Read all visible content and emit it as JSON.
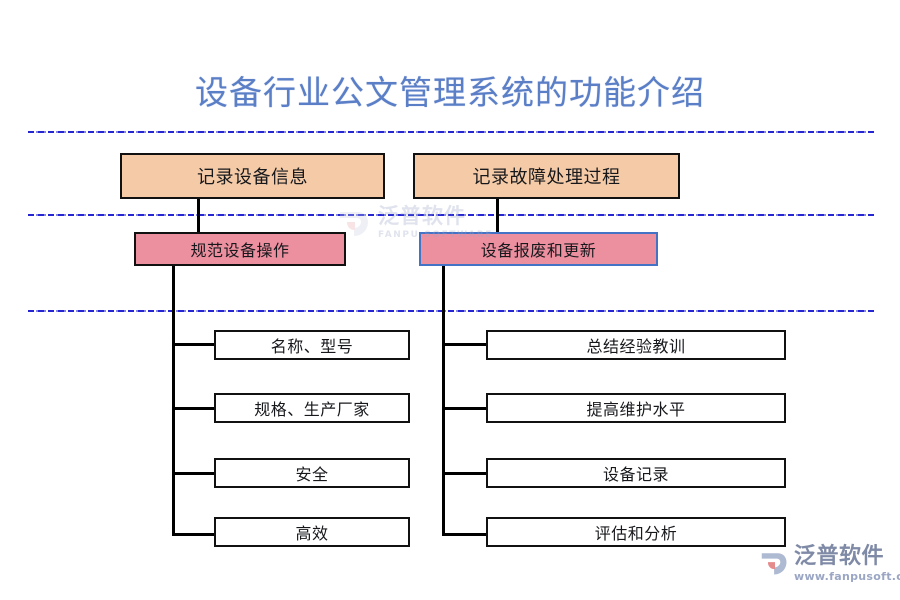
{
  "page": {
    "title": "设备行业公文管理系统的功能介绍",
    "title_color": "#5b7fc7",
    "background": "#ffffff"
  },
  "colors": {
    "level1_fill": "#f5cba7",
    "level2_fill": "#ec8f9f",
    "leaf_fill": "#ffffff",
    "box_border": "#111111",
    "blue_border": "#4472c4",
    "guide_line": "#1a1ad0",
    "connector": "#000000"
  },
  "diagram": {
    "branches": [
      {
        "id": "left",
        "level1": {
          "label": "记录设备信息",
          "fill": "#f5cba7",
          "border": "#111111"
        },
        "level2": {
          "label": "规范设备操作",
          "fill": "#ec8f9f",
          "border": "#111111"
        },
        "leaves": [
          {
            "label": "名称、型号"
          },
          {
            "label": "规格、生产厂家"
          },
          {
            "label": "安全"
          },
          {
            "label": "高效"
          }
        ]
      },
      {
        "id": "right",
        "level1": {
          "label": "记录故障处理过程",
          "fill": "#f5cba7",
          "border": "#111111"
        },
        "level2": {
          "label": "设备报废和更新",
          "fill": "#ec8f9f",
          "border": "#4472c4"
        },
        "leaves": [
          {
            "label": "总结经验教训"
          },
          {
            "label": "提高维护水平"
          },
          {
            "label": "设备记录"
          },
          {
            "label": "评估和分析"
          }
        ]
      }
    ]
  },
  "watermark_center": {
    "name_cn": "泛普软件",
    "name_en": "FANPU SOFTWARE"
  },
  "logo": {
    "name_cn": "泛普软件",
    "url": "www.fanpusoft.com"
  }
}
